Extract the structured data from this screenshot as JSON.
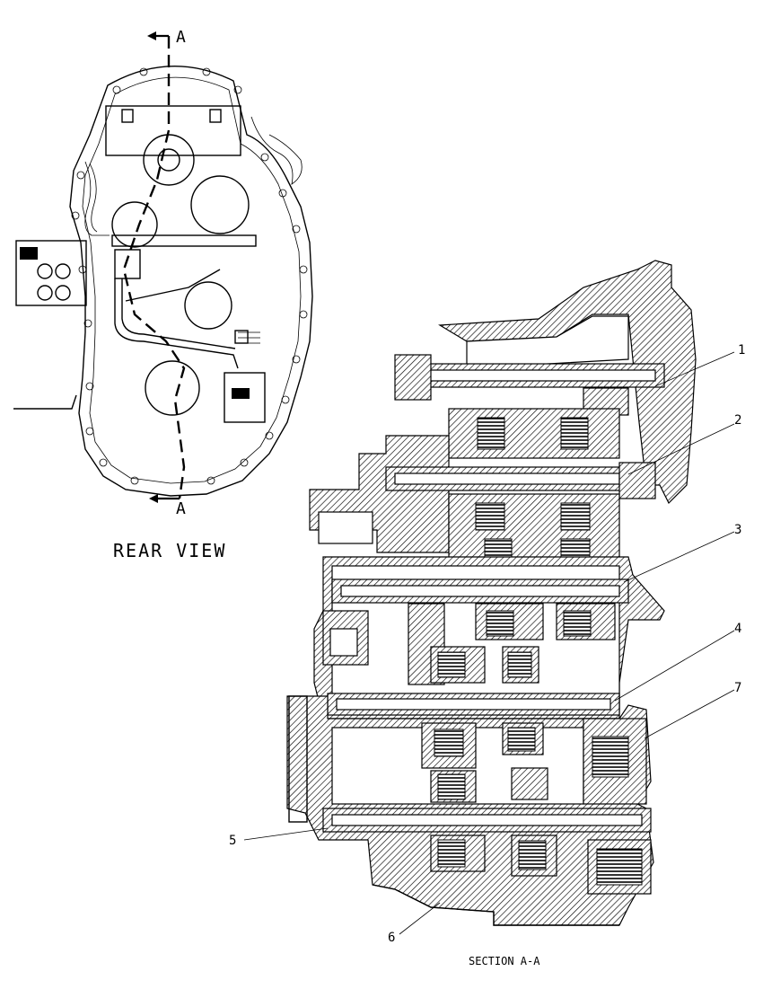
{
  "rear_view": {
    "title": "REAR VIEW",
    "section_marker_top": "A",
    "section_marker_bottom": "A"
  },
  "section_view": {
    "title": "SECTION A-A"
  },
  "callouts": [
    {
      "label": "1"
    },
    {
      "label": "2"
    },
    {
      "label": "3"
    },
    {
      "label": "4"
    },
    {
      "label": "7"
    },
    {
      "label": "5"
    },
    {
      "label": "6"
    }
  ]
}
